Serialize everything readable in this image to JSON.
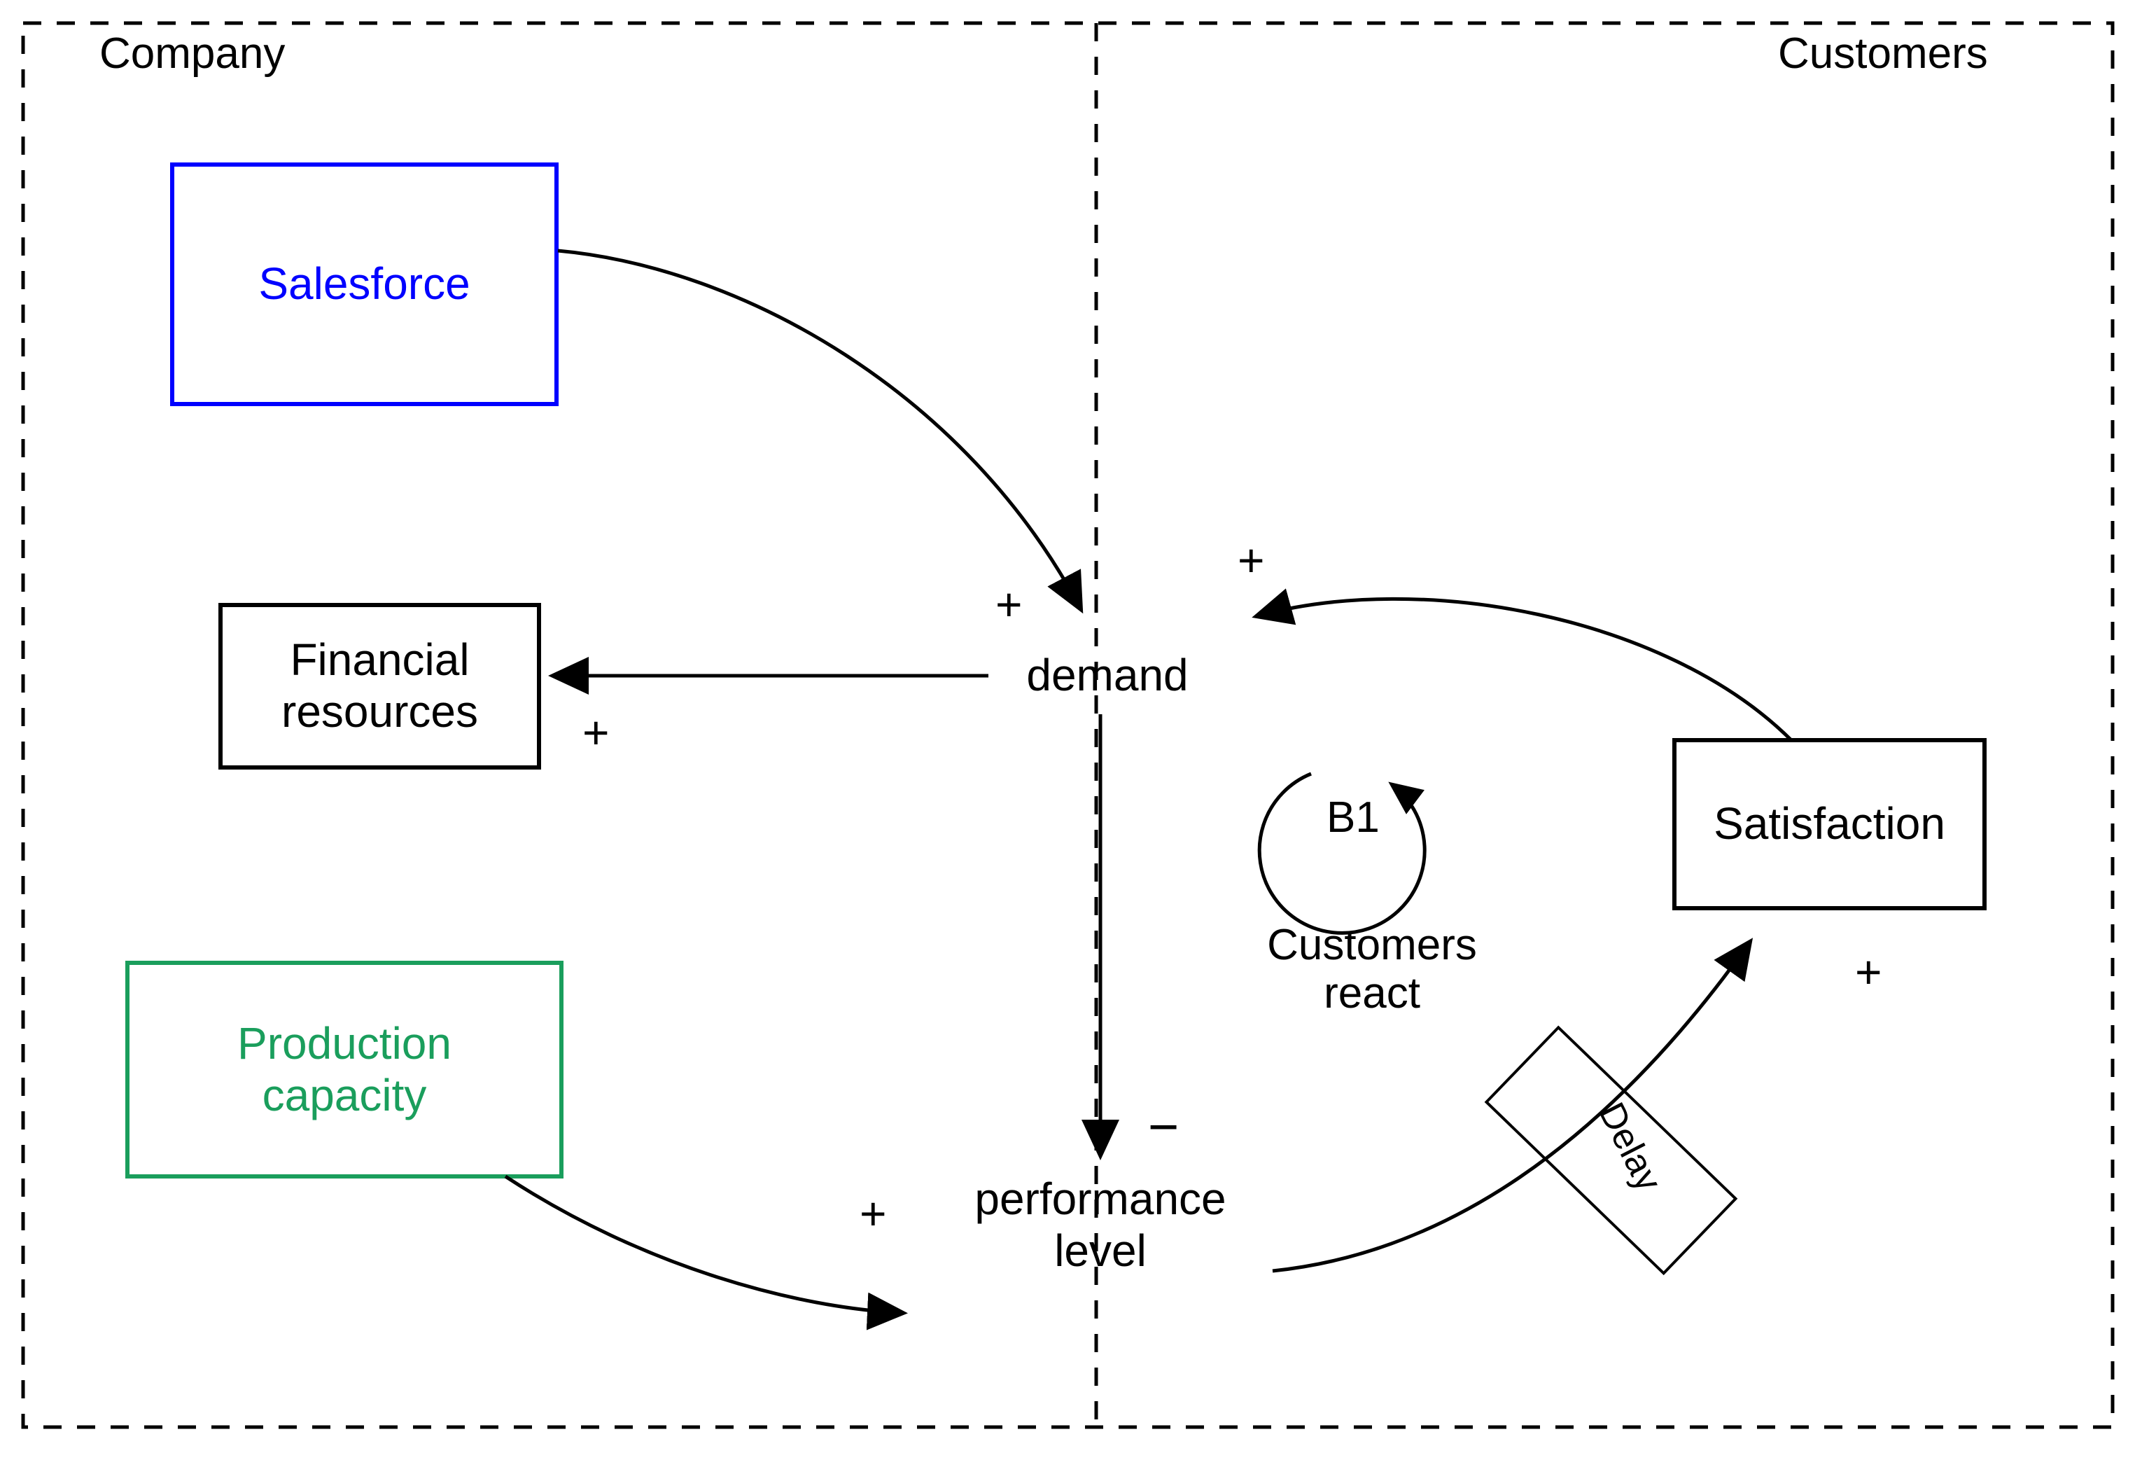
{
  "diagram": {
    "type": "causal-loop-diagram",
    "boundaries": [
      {
        "name": "company",
        "label": "Company"
      },
      {
        "name": "customers",
        "label": "Customers"
      }
    ],
    "boxes": [
      {
        "name": "salesforce",
        "label": "Salesforce",
        "color": "#0000ff",
        "border_color": "#0000ff"
      },
      {
        "name": "financial-resources",
        "label_line1": "Financial",
        "label_line2": "resources",
        "color": "#000000",
        "border_color": "#000000"
      },
      {
        "name": "production-capacity",
        "label_line1": "Production",
        "label_line2": "capacity",
        "color": "#1a9e5c",
        "border_color": "#1a9e5c"
      },
      {
        "name": "satisfaction",
        "label": "Satisfaction",
        "color": "#000000",
        "border_color": "#000000"
      }
    ],
    "variables": [
      {
        "name": "demand",
        "label": "demand"
      },
      {
        "name": "performance-level",
        "label_line1": "performance",
        "label_line2": "level"
      }
    ],
    "loop": {
      "id": "B1",
      "caption_line1": "Customers",
      "caption_line2": "react",
      "direction": "counter-clockwise",
      "polarity": "balancing"
    },
    "delay": {
      "label": "Delay"
    },
    "link_signs": [
      {
        "name": "salesforce-to-demand-sign",
        "value": "+"
      },
      {
        "name": "demand-to-financial-resources-sign",
        "value": "+"
      },
      {
        "name": "satisfaction-to-demand-sign",
        "value": "+"
      },
      {
        "name": "demand-to-performance-level-sign",
        "value": "−"
      },
      {
        "name": "production-capacity-to-performance-level-sign",
        "value": "+"
      },
      {
        "name": "performance-level-to-satisfaction-sign",
        "value": "+"
      }
    ],
    "links": [
      {
        "from": "Salesforce",
        "to": "demand",
        "sign": "+"
      },
      {
        "from": "demand",
        "to": "Financial resources",
        "sign": "+"
      },
      {
        "from": "demand",
        "to": "performance level",
        "sign": "−"
      },
      {
        "from": "Production capacity",
        "to": "performance level",
        "sign": "+"
      },
      {
        "from": "performance level",
        "to": "Satisfaction",
        "sign": "+",
        "delay": true
      },
      {
        "from": "Satisfaction",
        "to": "demand",
        "sign": "+"
      }
    ],
    "colors": {
      "blue": "#0000ff",
      "green": "#1a9e5c",
      "black": "#000000",
      "background": "#ffffff"
    }
  }
}
